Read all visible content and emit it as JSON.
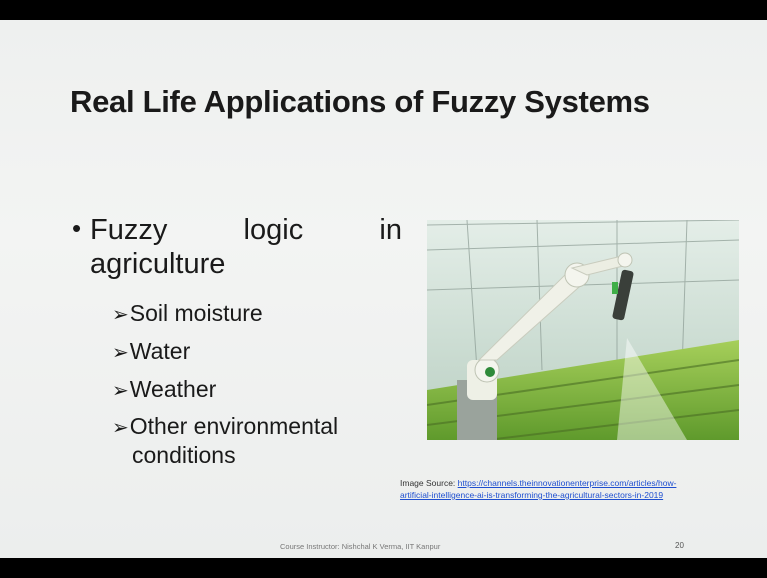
{
  "slide": {
    "title": "Real Life Applications of Fuzzy Systems",
    "bullet": {
      "marker": "•",
      "words": [
        "Fuzzy",
        "logic",
        "in"
      ],
      "line2": "agriculture"
    },
    "sub_marker": "➢",
    "sub_items": [
      "Soil moisture",
      "Water",
      "Weather",
      "Other environmental",
      "conditions"
    ],
    "image_source": {
      "label": "Image Source:",
      "url_line1": "https://channels.theinnovationenterprise.com/articles/how-",
      "url_line2": "artificial-intelligence-ai-is-transforming-the-agricultural-sectors-in-2019"
    },
    "footer": "Course Instructor: Nishchal K Verma, IIT Kanpur",
    "page_number": "20"
  }
}
